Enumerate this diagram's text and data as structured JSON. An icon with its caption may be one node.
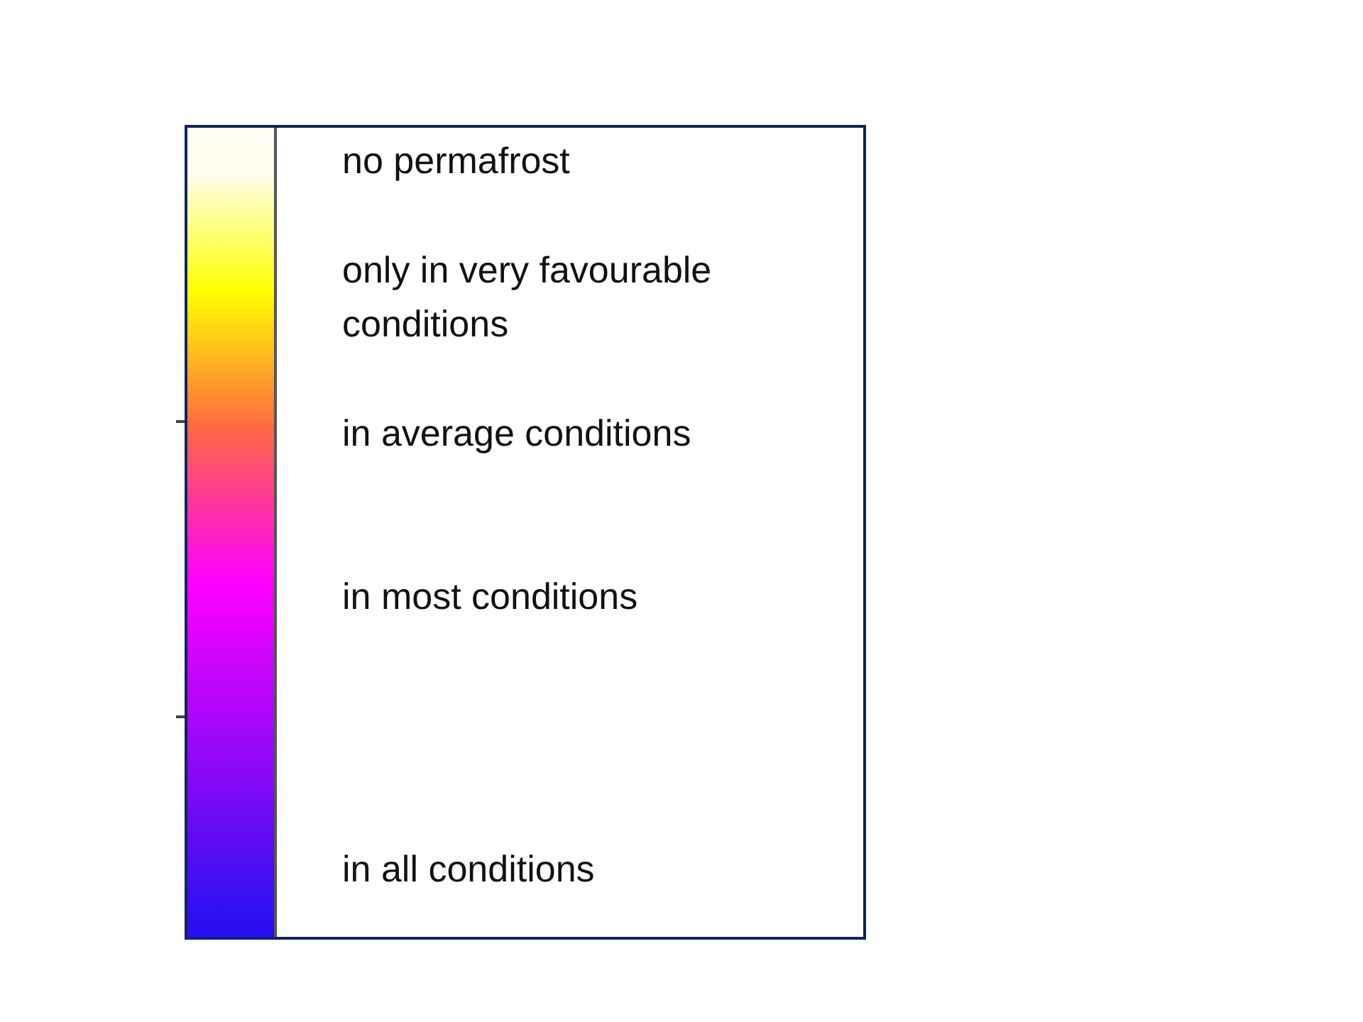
{
  "diagram": {
    "legend": [
      {
        "text": "no permafrost",
        "color": "#fffdf0"
      },
      {
        "text": "only in very favourable conditions",
        "color": "#ffff00"
      },
      {
        "text": "in average conditions",
        "color": "#ff6a40"
      },
      {
        "text": "in most conditions",
        "color": "#ff00ff"
      },
      {
        "text": "in all conditions",
        "color": "#2a10f0"
      }
    ]
  }
}
